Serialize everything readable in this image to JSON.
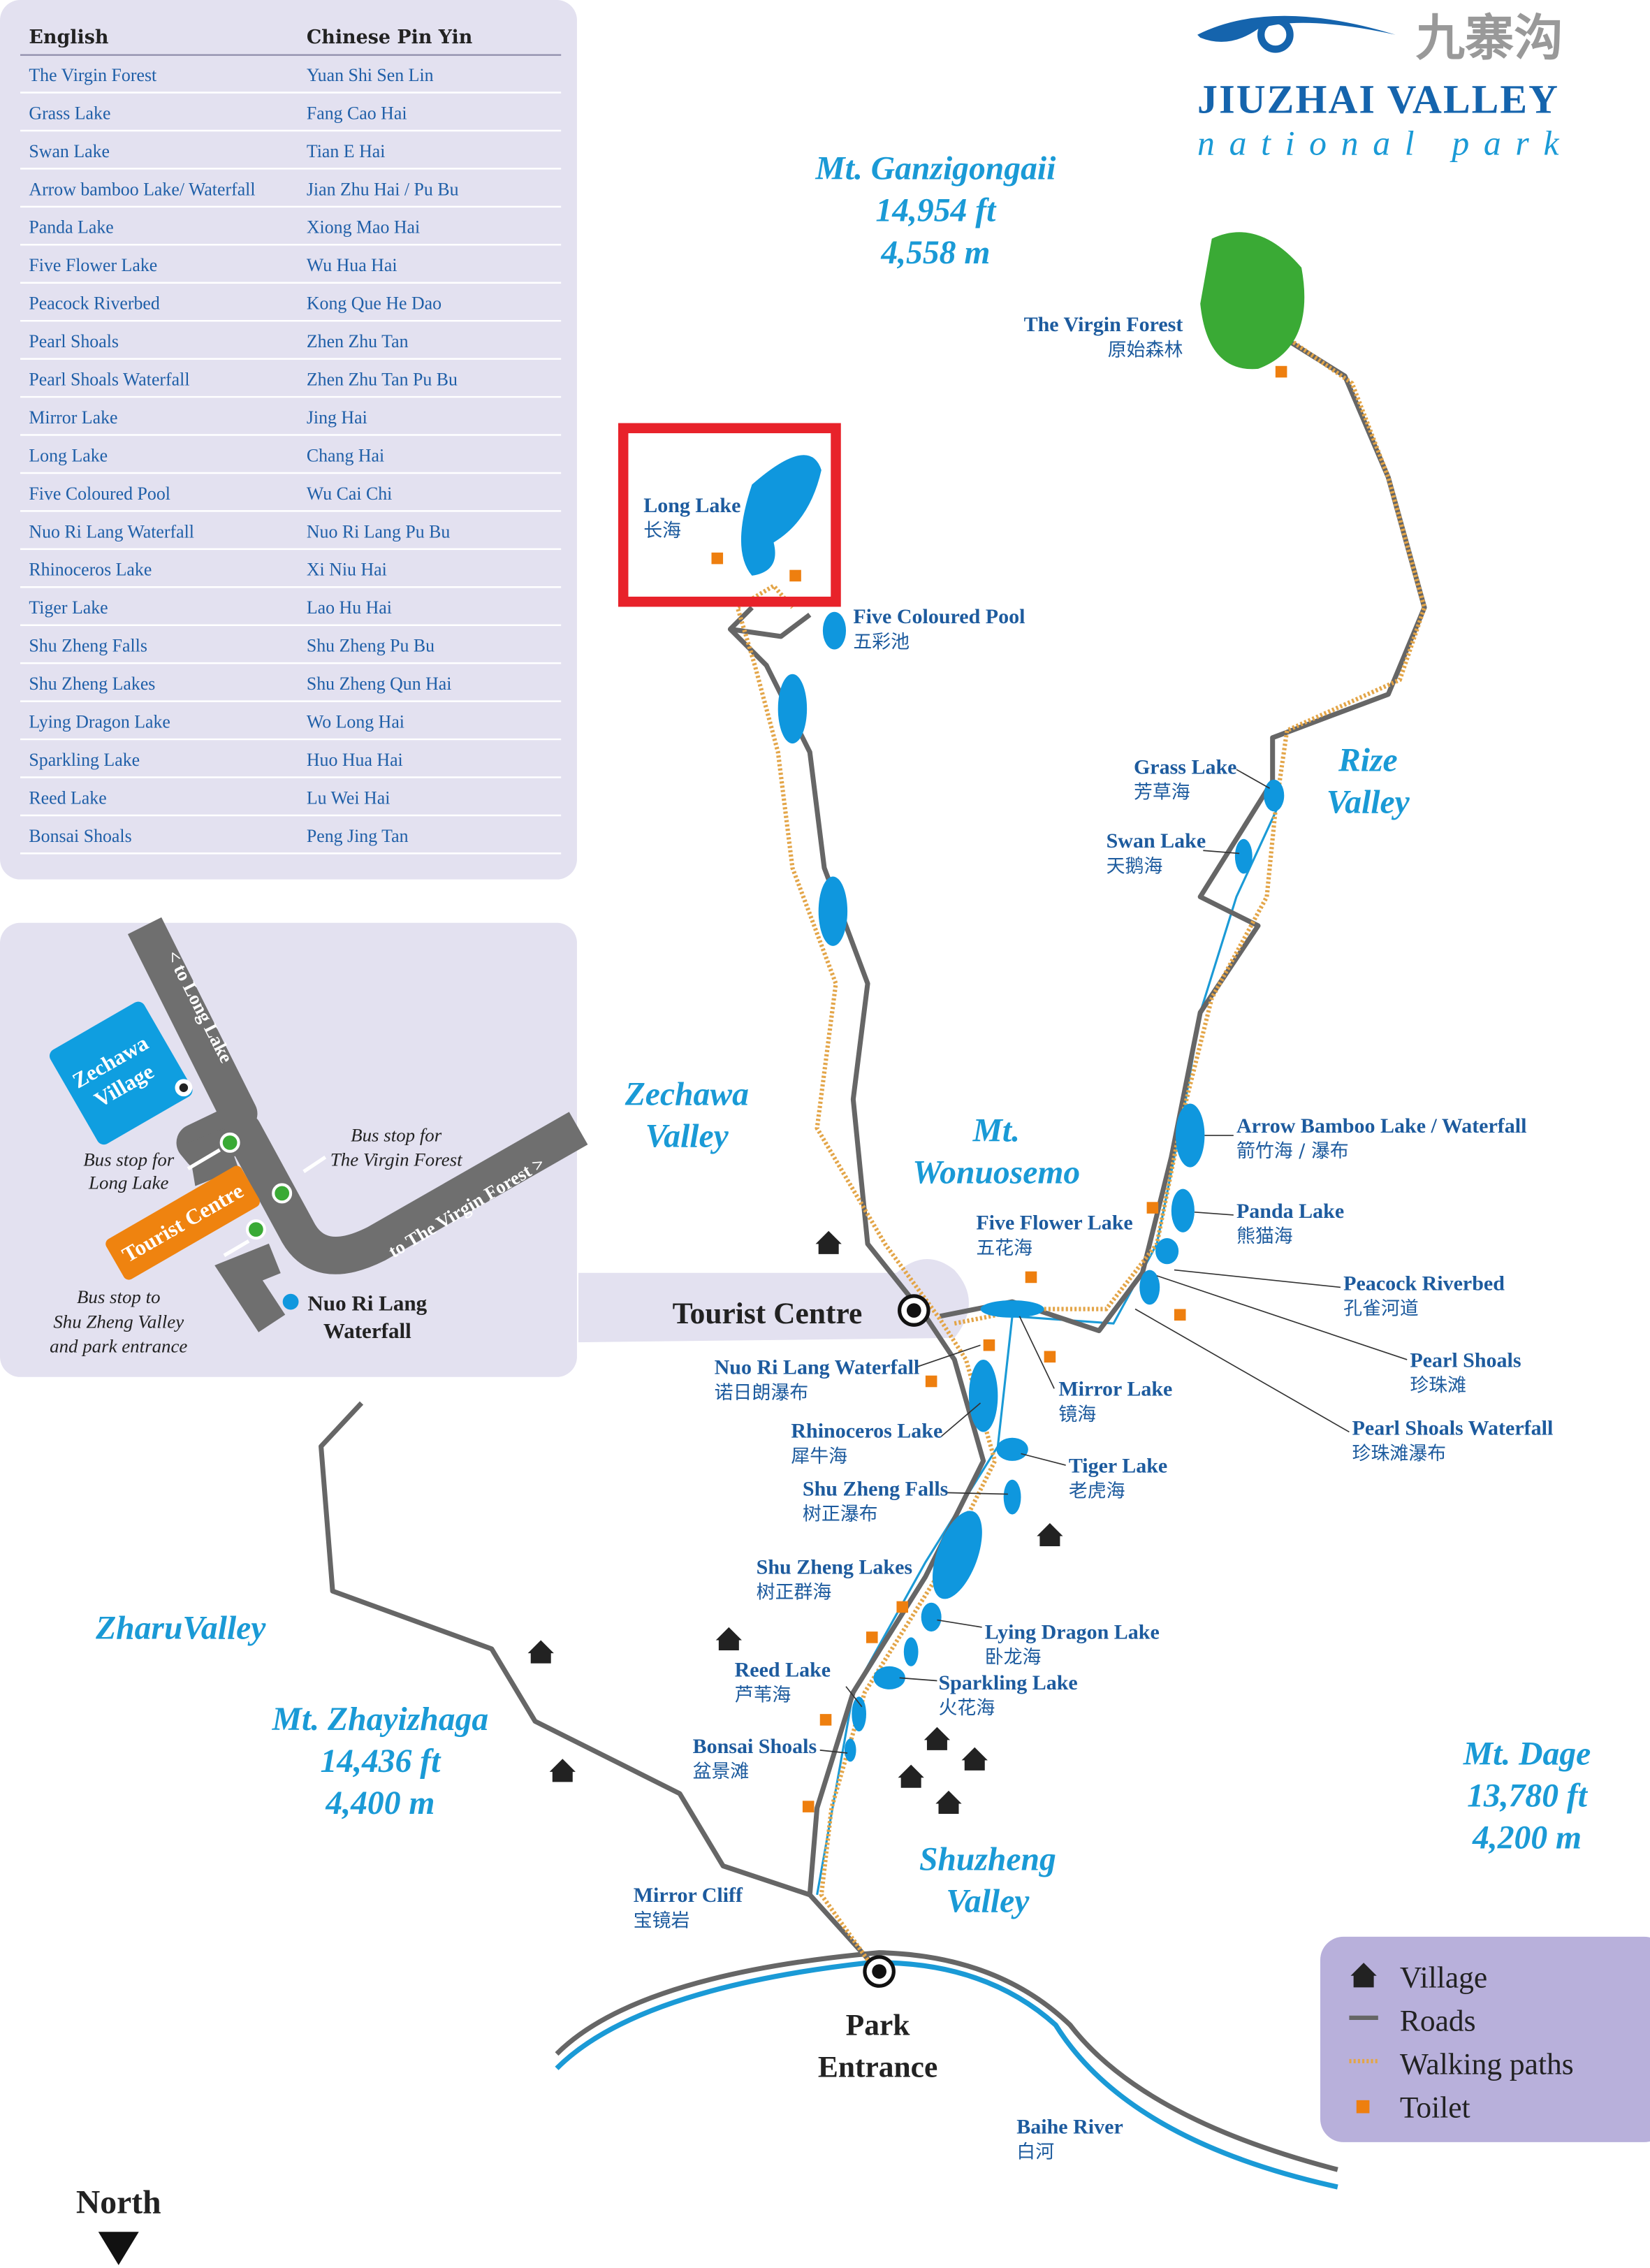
{
  "logo": {
    "chinese": "九寨沟",
    "title": "JIUZHAI VALLEY",
    "subtitle": "national park"
  },
  "table": {
    "headers": [
      "English",
      "Chinese Pin Yin"
    ],
    "rows": [
      [
        "The Virgin Forest",
        "Yuan Shi Sen Lin"
      ],
      [
        "Grass Lake",
        "Fang Cao Hai"
      ],
      [
        "Swan Lake",
        "Tian E Hai"
      ],
      [
        "Arrow bamboo Lake/ Waterfall",
        "Jian Zhu Hai / Pu Bu"
      ],
      [
        "Panda Lake",
        "Xiong Mao Hai"
      ],
      [
        "Five Flower Lake",
        "Wu Hua Hai"
      ],
      [
        "Peacock Riverbed",
        "Kong Que He Dao"
      ],
      [
        "Pearl Shoals",
        "Zhen Zhu Tan"
      ],
      [
        "Pearl Shoals Waterfall",
        "Zhen Zhu Tan Pu Bu"
      ],
      [
        "Mirror Lake",
        "Jing Hai"
      ],
      [
        "Long Lake",
        "Chang Hai"
      ],
      [
        "Five Coloured Pool",
        "Wu Cai Chi"
      ],
      [
        "Nuo Ri Lang Waterfall",
        "Nuo Ri Lang Pu Bu"
      ],
      [
        "Rhinoceros Lake",
        "Xi Niu Hai"
      ],
      [
        "Tiger Lake",
        "Lao Hu Hai"
      ],
      [
        "Shu Zheng Falls",
        "Shu Zheng Pu Bu"
      ],
      [
        "Shu Zheng Lakes",
        "Shu Zheng Qun Hai"
      ],
      [
        "Lying Dragon Lake",
        "Wo Long Hai"
      ],
      [
        "Sparkling Lake",
        "Huo Hua Hai"
      ],
      [
        "Reed Lake",
        "Lu Wei Hai"
      ],
      [
        "Bonsai Shoals",
        "Peng Jing Tan"
      ]
    ]
  },
  "inset": {
    "to_long_lake": "< to Long Lake",
    "to_virgin_forest": "to The Virgin Forest >",
    "zechawa_village": [
      "Zechawa",
      "Village"
    ],
    "tourist_centre": "Tourist Centre",
    "bus_long_lake": [
      "Bus stop for",
      "Long Lake"
    ],
    "bus_virgin_forest": [
      "Bus stop for",
      "The Virgin Forest"
    ],
    "bus_shuzheng": [
      "Bus stop to",
      "Shu Zheng Valley",
      "and park entrance"
    ],
    "nuorilang": [
      "Nuo Ri Lang",
      "Waterfall"
    ]
  },
  "mountains": {
    "ganzigongaii": [
      "Mt. Ganzigongaii",
      "14,954 ft",
      "4,558 m"
    ],
    "wonuosemo": [
      "Mt.",
      "Wonuosemo"
    ],
    "zhayizhaga": [
      "Mt. Zhayizhaga",
      "14,436 ft",
      "4,400 m"
    ],
    "dage": [
      "Mt. Dage",
      "13,780 ft",
      "4,200 m"
    ]
  },
  "valleys": {
    "rize": [
      "Rize",
      "Valley"
    ],
    "zechawa": [
      "Zechawa",
      "Valley"
    ],
    "zharu": "ZharuValley",
    "shuzheng": [
      "Shuzheng",
      "Valley"
    ]
  },
  "places": {
    "virgin_forest": [
      "The Virgin Forest",
      "原始森林"
    ],
    "long_lake": [
      "Long Lake",
      "长海"
    ],
    "five_coloured_pool": [
      "Five Coloured Pool",
      "五彩池"
    ],
    "grass_lake": [
      "Grass Lake",
      "芳草海"
    ],
    "swan_lake": [
      "Swan Lake",
      "天鹅海"
    ],
    "arrow_bamboo": [
      "Arrow Bamboo Lake / Waterfall",
      "箭竹海 / 瀑布"
    ],
    "panda_lake": [
      "Panda Lake",
      "熊猫海"
    ],
    "five_flower": [
      "Five Flower Lake",
      "五花海"
    ],
    "peacock": [
      "Peacock Riverbed",
      "孔雀河道"
    ],
    "pearl_shoals": [
      "Pearl Shoals",
      "珍珠滩"
    ],
    "nuorilang": [
      "Nuo Ri Lang Waterfall",
      "诺日朗瀑布"
    ],
    "mirror_lake": [
      "Mirror Lake",
      "镜海"
    ],
    "pearl_waterfall": [
      "Pearl Shoals Waterfall",
      "珍珠滩瀑布"
    ],
    "rhinoceros": [
      "Rhinoceros Lake",
      "犀牛海"
    ],
    "tiger": [
      "Tiger Lake",
      "老虎海"
    ],
    "shuzheng_falls": [
      "Shu Zheng Falls",
      "树正瀑布"
    ],
    "shuzheng_lakes": [
      "Shu Zheng Lakes",
      "树正群海"
    ],
    "lying_dragon": [
      "Lying Dragon Lake",
      "卧龙海"
    ],
    "reed": [
      "Reed Lake",
      "芦苇海"
    ],
    "sparkling": [
      "Sparkling Lake",
      "火花海"
    ],
    "bonsai": [
      "Bonsai Shoals",
      "盆景滩"
    ],
    "mirror_cliff": [
      "Mirror Cliff",
      "宝镜岩"
    ],
    "baihe": [
      "Baihe River",
      "白河"
    ]
  },
  "tourist_centre": "Tourist Centre",
  "park_entrance": [
    "Park",
    "Entrance"
  ],
  "north": "North",
  "legend": [
    "Village",
    "Roads",
    "Walking paths",
    "Toilet"
  ],
  "colors": {
    "lake": "#0f97de",
    "road": "#666666",
    "path": "#e3a548",
    "toilet": "#ee7f0f",
    "forest": "#3aaa35",
    "panel": "#e3e1f0",
    "highlight": "#e8222a"
  }
}
